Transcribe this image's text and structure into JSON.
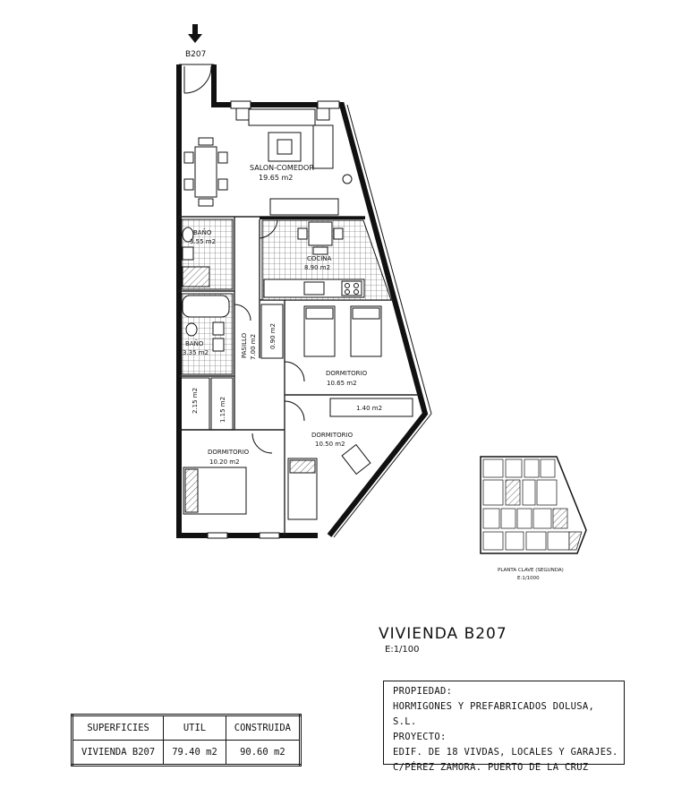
{
  "plan": {
    "unit_code_top": "B207",
    "rooms": {
      "salon": {
        "name": "SALON-COMEDOR",
        "area": "19.65 m2"
      },
      "bano1": {
        "name": "BAÑO",
        "area": "3.55 m2"
      },
      "cocina": {
        "name": "COCINA",
        "area": "8.90 m2"
      },
      "bano2": {
        "name": "BAÑO",
        "area": "3.35 m2"
      },
      "pasillo": {
        "name": "PASILLO",
        "area": "7.00 m2"
      },
      "armario1": {
        "area": "0.90 m2"
      },
      "dorm1": {
        "name": "DORMITORIO",
        "area": "10.65 m2"
      },
      "armario2": {
        "area": "1.40 m2"
      },
      "dorm2": {
        "name": "DORMITORIO",
        "area": "10.50 m2"
      },
      "armario3": {
        "area": "2.15 m2"
      },
      "armario4": {
        "area": "1.15 m2"
      },
      "dorm3": {
        "name": "DORMITORIO",
        "area": "10.20 m2"
      }
    }
  },
  "keyplan": {
    "caption": "PLANTA CLAVE (SEGUNDA)",
    "scale": "E:1/1000"
  },
  "title": {
    "name": "VIVIENDA  B207",
    "scale": "E:1/100"
  },
  "info": {
    "lines": [
      "PROPIEDAD:",
      "HORMIGONES Y PREFABRICADOS DOLUSA, S.L.",
      "PROYECTO:",
      "EDIF. DE 18 VIVDAS, LOCALES Y GARAJES.",
      "C/PÉREZ ZAMORA. PUERTO DE LA CRUZ"
    ]
  },
  "areas_table": {
    "headers": [
      "SUPERFICIES",
      "UTIL",
      "CONSTRUIDA"
    ],
    "row": [
      "VIVIENDA  B207",
      "79.40  m2",
      "90.60  m2"
    ]
  }
}
